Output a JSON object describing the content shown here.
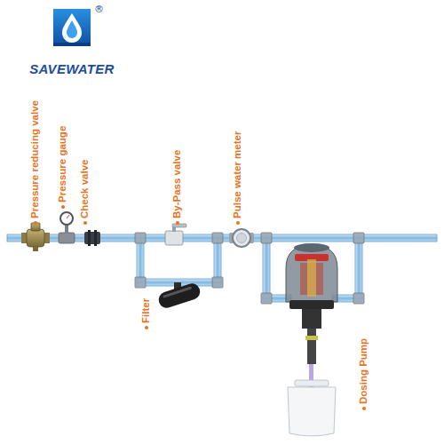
{
  "diagram": {
    "labels": [
      "SAVEWATER",
      "®",
      "Pressure reducing valve",
      "Pressure gauge",
      "Check valve",
      "By-Pass valve",
      "Pulse water meter",
      "Filter",
      "Dosing Pump"
    ]
  }
}
